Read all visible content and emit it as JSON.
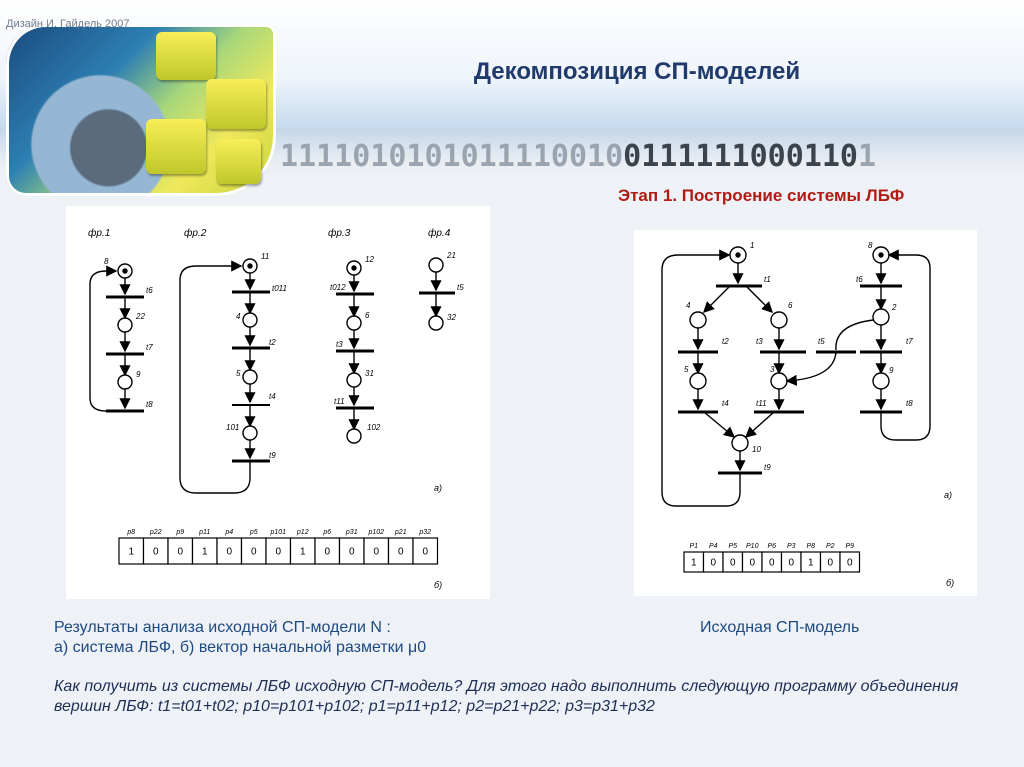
{
  "header": {
    "credit": "Дизайн И. Гайдель 2007",
    "binary_light": "1111010101011110010",
    "binary_dark": "0111111000110",
    "binary_tail": "1"
  },
  "title": "Декомпозиция СП-моделей",
  "stage": "Этап 1. Построение системы ЛБФ",
  "left_figure": {
    "fragments": [
      "фр.1",
      "фр.2",
      "фр.3",
      "фр.4"
    ],
    "labels": {
      "p8": "8",
      "t6": "t6",
      "p22": "22",
      "t7": "t7",
      "p9": "9",
      "t8": "t8",
      "p11": "11",
      "t011": "t011",
      "p4": "4",
      "t2": "t2",
      "p5": "5",
      "t4": "t4",
      "p101": "101",
      "t9": "t9",
      "p12": "12",
      "t012": "t012",
      "p6": "6",
      "t3": "t3",
      "p31": "31",
      "t11": "t11",
      "p102": "102",
      "p21": "21",
      "t5": "t5",
      "p32": "32"
    },
    "mark_a": "а)",
    "mark_b": "б)",
    "vector_headers": [
      "p8",
      "p22",
      "p9",
      "p11",
      "p4",
      "p5",
      "p101",
      "p12",
      "p6",
      "p31",
      "p102",
      "p21",
      "p32"
    ],
    "vector_values": [
      "1",
      "0",
      "0",
      "1",
      "0",
      "0",
      "0",
      "1",
      "0",
      "0",
      "0",
      "0",
      "0"
    ]
  },
  "right_figure": {
    "labels": {
      "p1": "1",
      "t1": "t1",
      "p4": "4",
      "p6": "6",
      "t2": "t2",
      "t3": "t3",
      "p5": "5",
      "p3": "3",
      "t4": "t4",
      "t11": "t11",
      "p10": "10",
      "t9": "t9",
      "p8": "8",
      "t6": "t6",
      "p2": "2",
      "t5": "t5",
      "t7": "t7",
      "p9": "9",
      "t8": "t8"
    },
    "mark_a": "а)",
    "mark_b": "б)",
    "vector_headers": [
      "P1",
      "P4",
      "P5",
      "P10",
      "P6",
      "P3",
      "P8",
      "P2",
      "P9"
    ],
    "vector_values": [
      "1",
      "0",
      "0",
      "0",
      "0",
      "0",
      "1",
      "0",
      "0"
    ]
  },
  "caption_left_line1": "Результаты анализа исходной СП-модели N :",
  "caption_left_line2": "а) система ЛБФ, б) вектор начальной разметки μ0",
  "caption_right": "Исходная СП-модель",
  "question_lead": "Как получить из системы ЛБФ исходную СП-модель? Для этого надо выполнить следующую программу объединения вершин ЛБФ:",
  "question_formula": " t1=t01+t02; p10=p101+p102; p1=p11+p12; p2=p21+p22; p3=p31+p32"
}
